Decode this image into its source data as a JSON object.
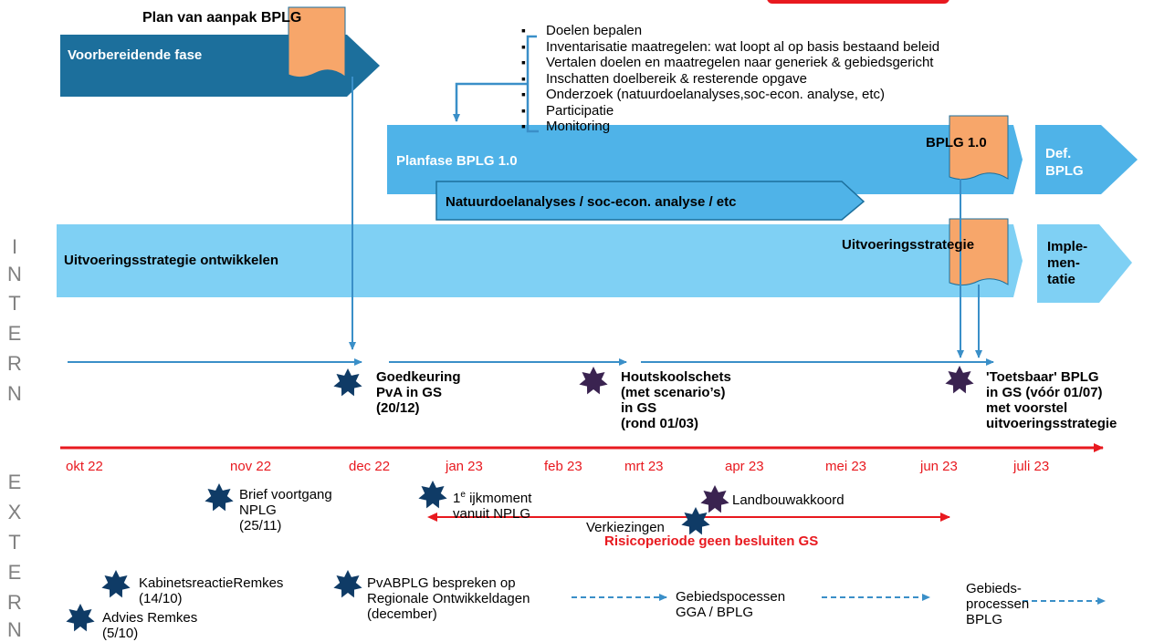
{
  "colors": {
    "dark_teal": "#1c6f9c",
    "mid_blue": "#4fb3e8",
    "light_blue": "#7fd0f4",
    "doc_orange": "#f7a66a",
    "red": "#e8191f",
    "navy_star": "#0f3b66",
    "purple_star": "#3a2350",
    "line_blue": "#3a8fc8"
  },
  "icons": {
    "document": "document-icon",
    "milestone": "star-icon"
  },
  "phases": {
    "plan_van_aanpak": "Plan van aanpak BPLG",
    "voorbereidende_fase": "Voorbereidende fase",
    "planfase": "Planfase BPLG 1.0",
    "bplg_doc": "BPLG 1.0",
    "def_bplg": "Def.\nBPLG",
    "natuurdoel_bar": "Natuurdoelanalyses / soc-econ. analyse / etc",
    "uitvoeringsstrategie_ontwikkelen": "Uitvoeringsstrategie ontwikkelen",
    "uitvoeringsstrategie_doc": "Uitvoeringsstrategie",
    "implementatie": "Imple-\nmen-\ntatie"
  },
  "bullets": [
    "Doelen bepalen",
    "Inventarisatie maatregelen: wat loopt al op basis bestaand beleid",
    "Vertalen doelen en maatregelen naar generiek & gebiedsgericht",
    "Inschatten doelbereik & resterende opgave",
    "Onderzoek (natuurdoelanalyses,soc-econ. analyse, etc)",
    "Participatie",
    "Monitoring"
  ],
  "side_labels": {
    "intern": [
      "I",
      "N",
      "T",
      "E",
      "R",
      "N"
    ],
    "extern": [
      "E",
      "X",
      "T",
      "E",
      "R",
      "N"
    ]
  },
  "intern_milestones": [
    "Goedkeuring\nPvA in GS\n(20/12)",
    "Houtskoolschets\n(met scenario’s)\nin GS\n(rond 01/03)",
    "'Toetsbaar' BPLG\nin GS (vóór 01/07)\nmet voorstel\nuitvoeringsstrategie"
  ],
  "months": [
    "okt 22",
    "nov 22",
    "dec 22",
    "jan 23",
    "feb 23",
    "mrt 23",
    "apr 23",
    "mei 23",
    "jun 23",
    "juli 23"
  ],
  "extern": {
    "brief_voortgang": "Brief voortgang\nNPLG\n  (25/11)",
    "ijkmoment_sup": "e",
    "ijkmoment_pre": "1",
    "ijkmoment_rest": " ijkmoment\nvanuit NPLG",
    "landbouwakkoord": "Landbouwakkoord",
    "verkiezingen": "Verkiezingen",
    "risicoperiode": "Risicoperiode geen besluiten GS",
    "kabinetsreactie": "KabinetsreactieRemkes\n(14/10)",
    "advies_remkes": "Advies Remkes\n(5/10)",
    "pva_bespreken": "PvABPLG bespreken op\nRegionale Ontwikkeldagen\n(december)",
    "gebiedsprocessen_gga": "Gebiedspocessen\nGGA / BPLG",
    "gebiedsprocessen_bplg": "Gebieds-\nprocessen\nBPLG"
  }
}
